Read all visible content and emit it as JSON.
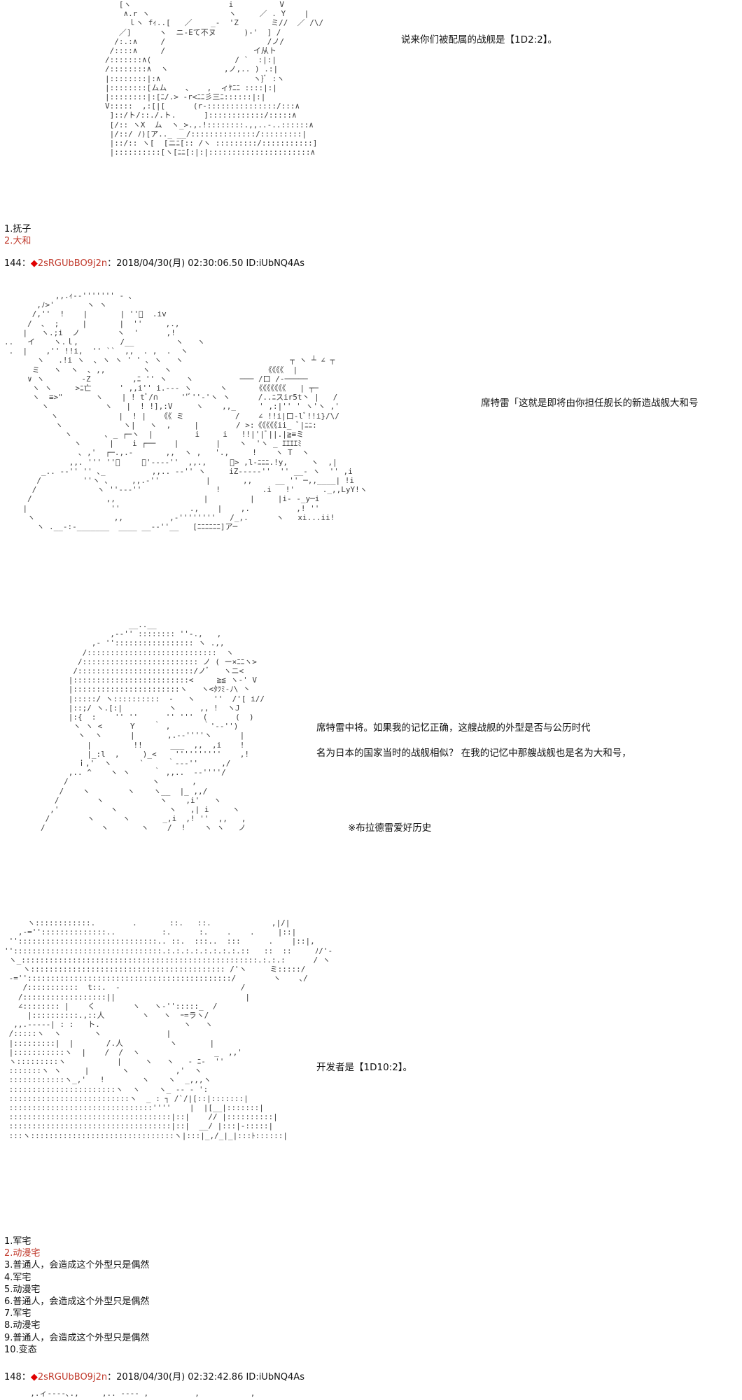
{
  "lines": {
    "t1": "说来你们被配属的战舰是【1D2:2】。",
    "t2": "席特雷「这就是即将由你担任舰长的新造战舰大和号",
    "t3": "席特雷中将。如果我的记忆正确，这艘战舰的外型是否与公历时代",
    "t4": "名为日本的国家当时的战舰相似？  在我的记忆中那艘战舰也是名为大和号，",
    "t5": "※布拉德雷爱好历史",
    "t6": "开发者是【1D10:2】。"
  },
  "vote1": {
    "options": [
      "1.抚子",
      "2.大和"
    ],
    "selected_index": 1
  },
  "post144": {
    "number": "144",
    "sep": "：",
    "diamond": "◆",
    "trip": "2sRGUbBO9j2n",
    "meta": "：2018/04/30(月) 02:30:06.50 ID:iUbNQ4As"
  },
  "vote2": {
    "options": [
      "1.军宅",
      "2.动漫宅",
      "3.普通人，会造成这个外型只是偶然",
      "4.军宅",
      "5.动漫宅",
      "6.普通人，会造成这个外型只是偶然",
      "7.军宅",
      "8.动漫宅",
      "9.普通人，会造成这个外型只是偶然",
      "10.变态"
    ],
    "selected_index": 1
  },
  "post148": {
    "number": "148",
    "sep": "：",
    "diamond": "◆",
    "trip": "2sRGUbBO9j2n",
    "meta": "：2018/04/30(月) 02:32:42.86 ID:iUbNQ4As"
  },
  "colors": {
    "background": "#ffffff",
    "text": "#111111",
    "ascii_art": "#3a3a3a",
    "highlight": "#c0392b",
    "trip_diamond": "#e00000"
  }
}
